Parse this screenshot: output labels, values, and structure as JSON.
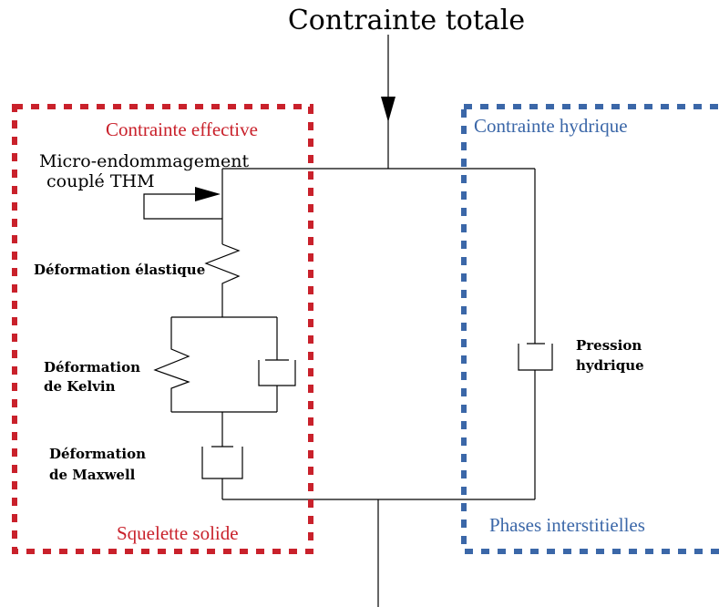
{
  "title": "Contrainte totale",
  "regions": {
    "effective": {
      "label": "Contrainte effective",
      "footer": "Squelette solide",
      "color": "#c9212b"
    },
    "hydrique": {
      "label": "Contrainte hydrique",
      "footer": "Phases interstitielles",
      "color": "#3b67a8"
    }
  },
  "labels": {
    "micro_line1": "Micro-endommagement",
    "micro_line2": "couplé THM",
    "elastic": "Déformation élastique",
    "kelvin_line1": "Déformation",
    "kelvin_line2": "de Kelvin",
    "maxwell_line1": "Déformation",
    "maxwell_line2": "de Maxwell",
    "pressure_line1": "Pression",
    "pressure_line2": "hydrique"
  }
}
